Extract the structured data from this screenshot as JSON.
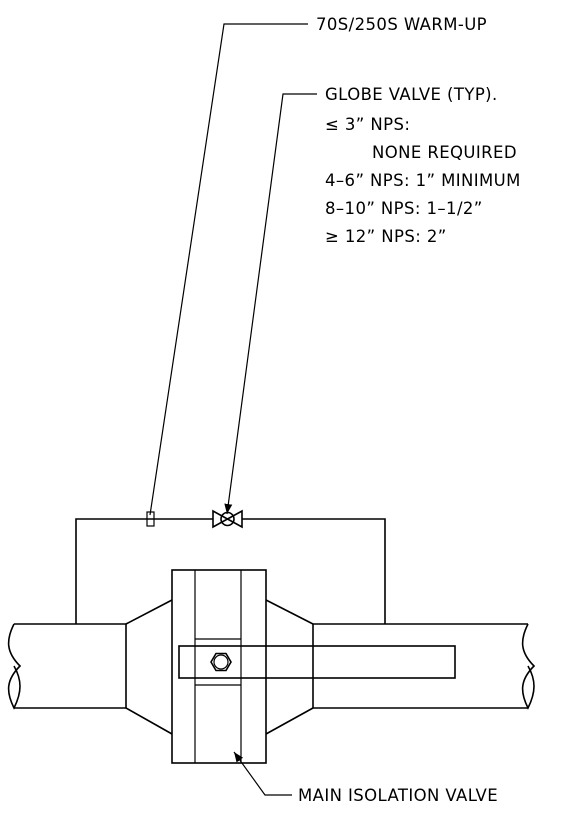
{
  "callouts": {
    "warmup": {
      "label": "70S/250S WARM-UP"
    },
    "globe_valve": {
      "label": "GLOBE VALVE (TYP).",
      "lines": [
        {
          "prefix": "≤",
          "text": " 3” NPS:"
        },
        {
          "prefix": "",
          "text": "NONE REQUIRED"
        },
        {
          "prefix": "",
          "text": "4–6” NPS: 1” MINIMUM"
        },
        {
          "prefix": "",
          "text": "8–10” NPS: 1–1/2”"
        },
        {
          "prefix": "≥",
          "text": " 12” NPS: 2”"
        }
      ]
    },
    "main_valve": {
      "label": "MAIN ISOLATION VALVE"
    }
  },
  "colors": {
    "line": "#000000",
    "background": "#ffffff"
  }
}
